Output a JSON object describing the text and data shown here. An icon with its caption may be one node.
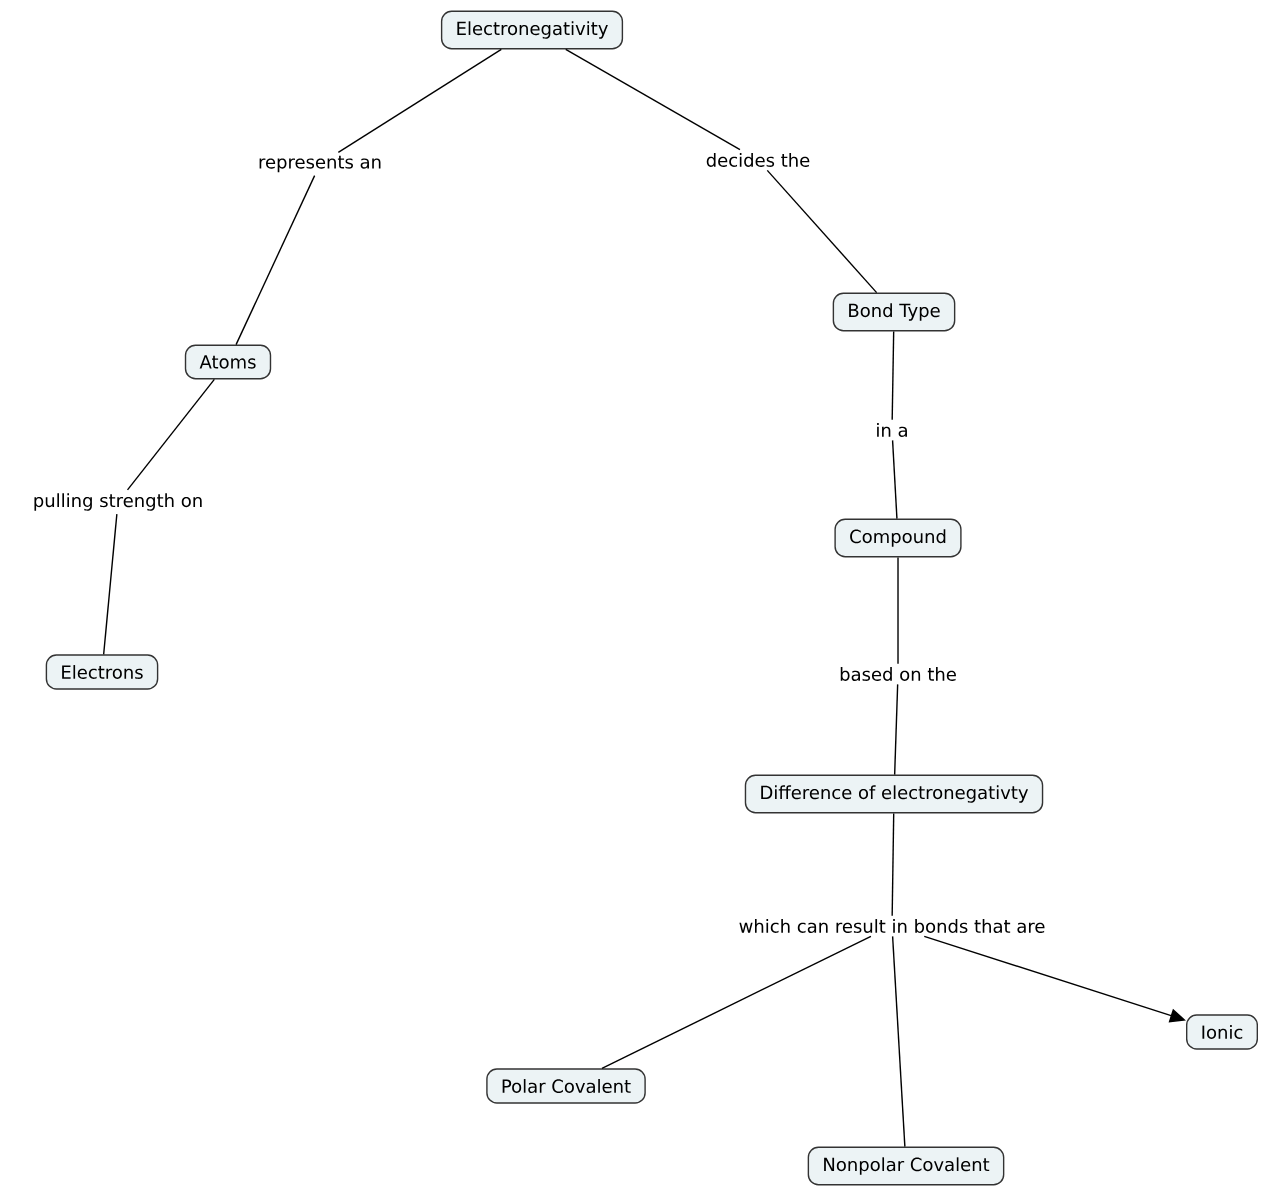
{
  "diagram": {
    "nodes": [
      {
        "text": [
          "Electronegativity"
        ]
      },
      {
        "text": [
          "decides the"
        ]
      },
      {
        "text": [
          "represents an"
        ]
      },
      {
        "text": [
          "Bond Type"
        ]
      },
      {
        "text": [
          "Atoms"
        ]
      },
      {
        "text": [
          "in a"
        ]
      },
      {
        "text": [
          "pulling strength on"
        ]
      },
      {
        "text": [
          "Compound"
        ]
      },
      {
        "text": [
          "Electrons"
        ]
      },
      {
        "text": [
          "based on the"
        ]
      },
      {
        "text": [
          "Difference of electronegativty"
        ]
      },
      {
        "text": [
          "which can result in bonds that are"
        ]
      },
      {
        "text": [
          "Ionic"
        ]
      },
      {
        "text": [
          "Polar Covalent"
        ]
      },
      {
        "text": [
          "Nonpolar Covalent"
        ]
      }
    ],
    "edges": [
      {
        "from": 0,
        "to": 2,
        "arrow": "none"
      },
      {
        "from": 2,
        "to": 4,
        "arrow": "none"
      },
      {
        "from": 0,
        "to": 1,
        "arrow": "none"
      },
      {
        "from": 1,
        "to": 3,
        "arrow": "none"
      },
      {
        "from": 4,
        "to": 6,
        "arrow": "none"
      },
      {
        "from": 6,
        "to": 8,
        "arrow": "none"
      },
      {
        "from": 3,
        "to": 5,
        "arrow": "none"
      },
      {
        "from": 5,
        "to": 7,
        "arrow": "none"
      },
      {
        "from": 7,
        "to": 9,
        "arrow": "none"
      },
      {
        "from": 9,
        "to": 10,
        "arrow": "none"
      },
      {
        "from": 10,
        "to": 11,
        "arrow": "none"
      },
      {
        "from": 11,
        "to": 13,
        "arrow": "none"
      },
      {
        "from": 11,
        "to": 14,
        "arrow": "none"
      },
      {
        "from": 11,
        "to": 12,
        "arrow": "to"
      }
    ]
  }
}
